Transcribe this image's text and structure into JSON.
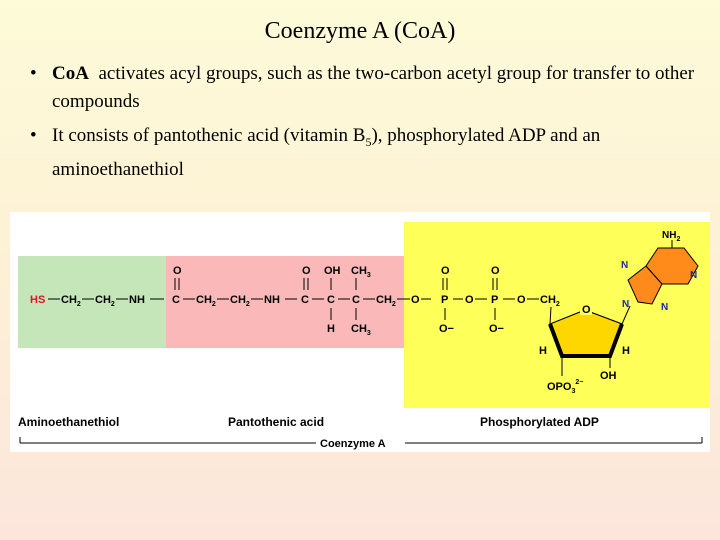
{
  "slide": {
    "title": "Coenzyme A (CoA)",
    "bullets": [
      {
        "bold": "CoA",
        "text": "  activates acyl groups, such as the two-carbon acetyl group for transfer to other compounds"
      },
      {
        "pre": "It consists of pantothenic acid (vitamin B",
        "sub": "5",
        "post": "), phosphorylated ADP and an aminoethanethiol"
      }
    ]
  },
  "figure": {
    "colors": {
      "amino": "#c5e6b8",
      "pantothenic": "#fbb8b8",
      "adp": "#ffff5a",
      "ring": "#ffd700",
      "hs": "#e0142b",
      "adenine": "#ff8c1a",
      "nitrogen": "#1e2aa8"
    },
    "labels": {
      "aminoethanethiol": "Aminoethanethiol",
      "pantothenic": "Pantothenic acid",
      "adp": "Phosphorylated ADP",
      "coenzyme": "Coenzyme A"
    },
    "chain": {
      "hs": "HS",
      "ch": "CH",
      "two": "2",
      "three": "3",
      "nh": "NH",
      "c": "C",
      "o": "O",
      "p": "P",
      "oh": "OH",
      "h": "H",
      "ominus": "O−",
      "dash": "—"
    },
    "ring": {
      "o": "O",
      "h_left": "H",
      "h_right": "H",
      "oh": "OH",
      "opo3": "OPO",
      "sub3": "3",
      "sup2": "2−"
    },
    "adenine": {
      "nh": "NH",
      "sub2": "2",
      "n": "N"
    }
  }
}
